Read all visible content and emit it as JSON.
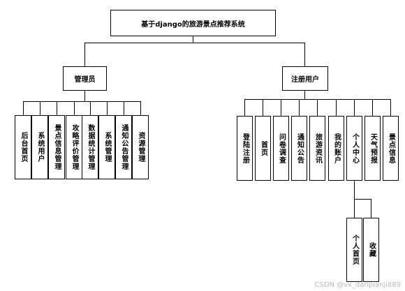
{
  "title": "基于django的旅游景点推荐系统",
  "roles": {
    "admin": "管理员",
    "user": "注册用户"
  },
  "admin_modules": [
    "后台首页",
    "系统用户",
    "景点信息管理",
    "攻略评价管理",
    "数据统计管理",
    "系统管理",
    "通知公告管理",
    "资源管理"
  ],
  "user_modules": [
    "登陆注册",
    "首页",
    "问卷调查",
    "通知公告",
    "旅游资讯",
    "我的账户",
    "个人中心",
    "天气预报",
    "景点信息"
  ],
  "personal_center_modules": [
    "个人首页",
    "收藏"
  ],
  "watermark": "CSDN @vx_danpianji889"
}
